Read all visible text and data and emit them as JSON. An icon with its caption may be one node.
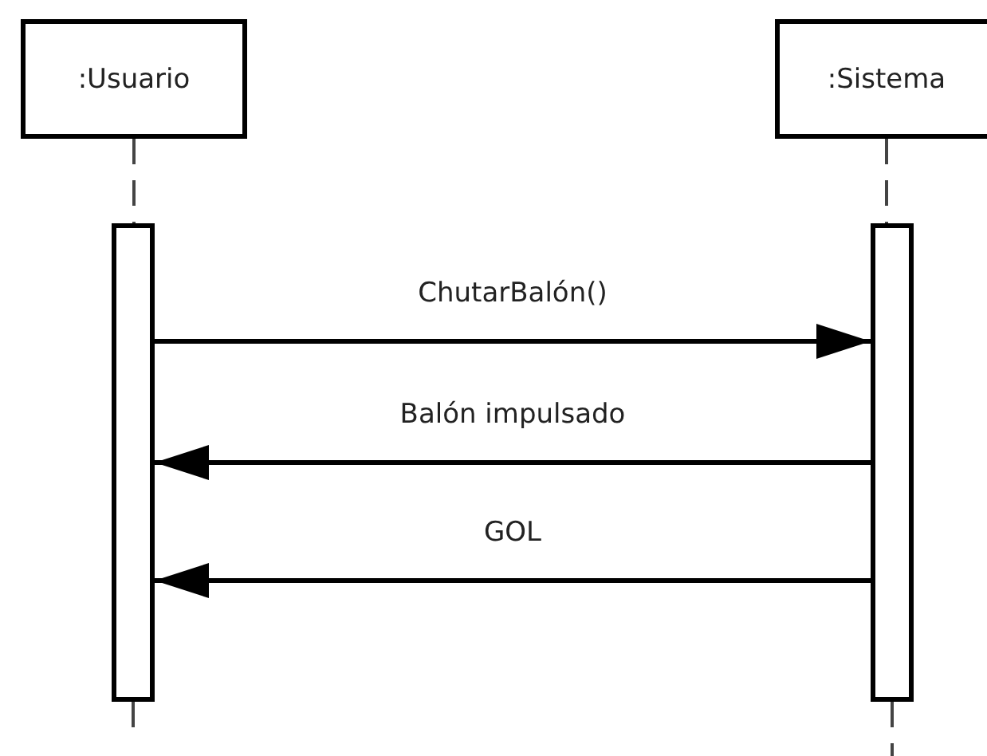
{
  "diagram": {
    "nodes": [
      {
        "text": [
          ":Usuario"
        ]
      },
      {
        "text": [
          ":Sistema"
        ]
      },
      {
        "text": [],
        "shape": "bar"
      },
      {
        "text": [],
        "shape": "bar"
      }
    ],
    "edges": [
      {
        "from": 0,
        "to": 2,
        "arrow": "none",
        "style": "dashed"
      },
      {
        "from": 1,
        "to": 3,
        "arrow": "none",
        "style": "dashed"
      },
      {
        "from": 2,
        "to": 3,
        "arrow": "to",
        "label": "ChutarBalón()"
      },
      {
        "from": 3,
        "to": 2,
        "arrow": "to",
        "label": "Balón impulsado"
      },
      {
        "from": 3,
        "to": 2,
        "arrow": "to",
        "label": "GOL"
      },
      {
        "from": 2,
        "to": null,
        "arrow": "none",
        "style": "dashed"
      },
      {
        "from": 3,
        "to": null,
        "arrow": "none",
        "style": "dashed"
      }
    ]
  }
}
